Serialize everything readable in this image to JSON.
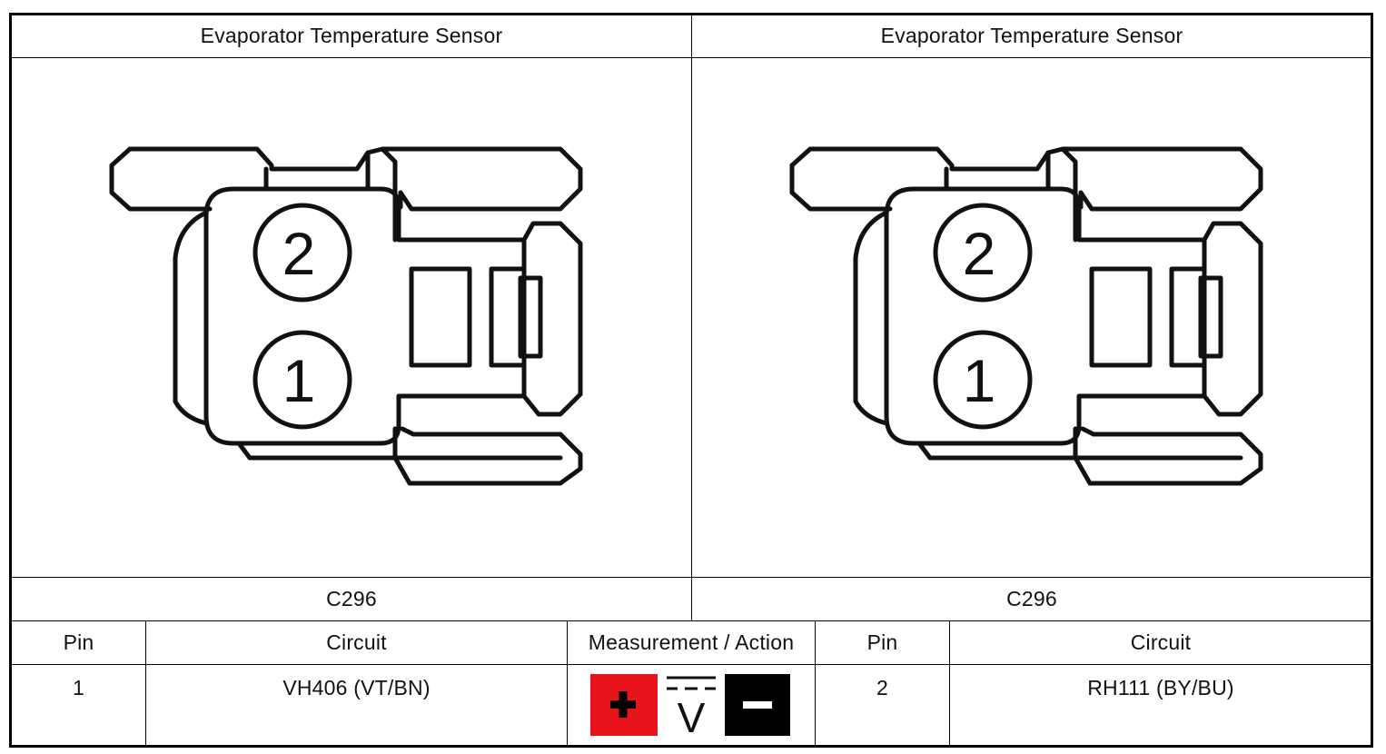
{
  "left_panel": {
    "title": "Evaporator Temperature Sensor",
    "connector": "C296",
    "pins": [
      "2",
      "1"
    ]
  },
  "right_panel": {
    "title": "Evaporator Temperature Sensor",
    "connector": "C296",
    "pins": [
      "2",
      "1"
    ]
  },
  "table": {
    "headers": [
      "Pin",
      "Circuit",
      "Measurement / Action",
      "Pin",
      "Circuit"
    ],
    "row": {
      "pin_a": "1",
      "circuit_a": "VH406 (VT/BN)",
      "measurement": {
        "icons": [
          "positive-probe-icon",
          "dc-voltage-icon",
          "negative-probe-icon"
        ],
        "positive_color": "#e8141c",
        "negative_color": "#000000",
        "voltmeter_symbol": "V"
      },
      "pin_b": "2",
      "circuit_b": "RH111 (BY/BU)"
    }
  }
}
